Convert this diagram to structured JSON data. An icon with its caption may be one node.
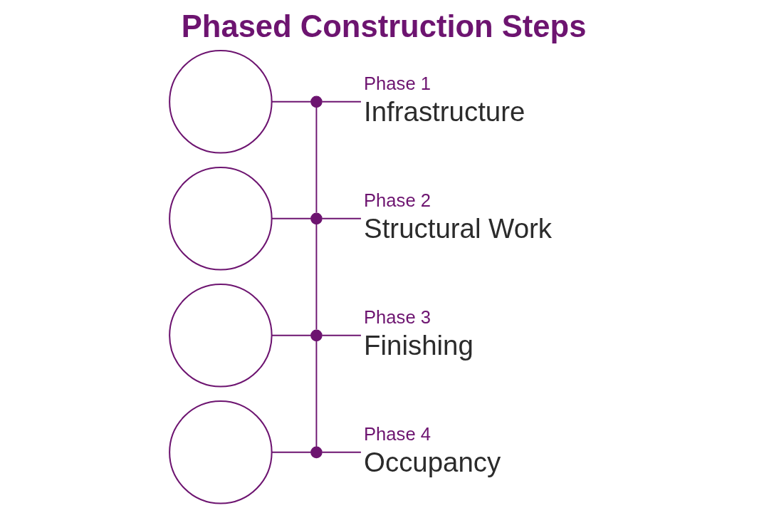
{
  "diagram": {
    "title": "Phased Construction Steps",
    "nodes": [
      {
        "text": [],
        "shape": "circle"
      },
      {
        "text": [],
        "shape": "circle"
      },
      {
        "text": [
          "Phase 1",
          "Infrastructure"
        ]
      },
      {
        "text": [],
        "shape": "circle"
      },
      {
        "text": [],
        "shape": "circle"
      },
      {
        "text": [
          "Phase 2",
          "Structural Work"
        ]
      },
      {
        "text": [],
        "shape": "circle"
      },
      {
        "text": [],
        "shape": "circle"
      },
      {
        "text": [
          "Phase 3",
          "Finishing"
        ]
      },
      {
        "text": [],
        "shape": "circle"
      },
      {
        "text": [],
        "shape": "circle"
      },
      {
        "text": [
          "Phase 4",
          "Occupancy"
        ]
      }
    ],
    "edges": [
      {
        "from": 0,
        "to": 1,
        "arrow": "none"
      },
      {
        "from": 1,
        "to": 2,
        "arrow": "none"
      },
      {
        "from": 1,
        "to": 4,
        "arrow": "none"
      },
      {
        "from": 3,
        "to": 4,
        "arrow": "none"
      },
      {
        "from": 4,
        "to": 5,
        "arrow": "none"
      },
      {
        "from": 4,
        "to": 7,
        "arrow": "none"
      },
      {
        "from": 6,
        "to": 7,
        "arrow": "none"
      },
      {
        "from": 7,
        "to": 8,
        "arrow": "none"
      },
      {
        "from": 7,
        "to": 10,
        "arrow": "none"
      },
      {
        "from": 9,
        "to": 10,
        "arrow": "none"
      },
      {
        "from": 10,
        "to": 11,
        "arrow": "none"
      }
    ]
  }
}
